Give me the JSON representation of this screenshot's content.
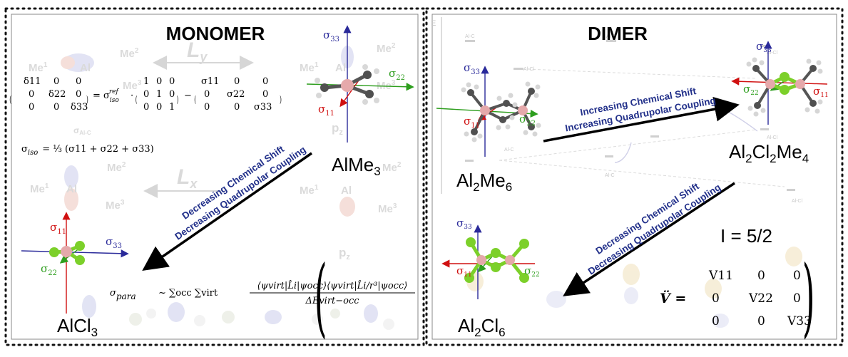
{
  "panels": {
    "monomer": {
      "title": "MONOMER",
      "label_almе3": "AlMe",
      "label_almе3_sub": "3",
      "label_alcl3": "AlCl",
      "label_alcl3_sub": "3",
      "arrow_line1": "Decreasing Chemical Shift",
      "arrow_line2": "Decreasing Quadrupolar Coupling",
      "sigma33": "σ",
      "sigma33_sub": "33",
      "sigma22": "σ",
      "sigma22_sub": "22",
      "sigma11": "σ",
      "sigma11_sub": "11",
      "ghost_me1": "Me",
      "ghost_me1_sup": "1",
      "ghost_al": "Al",
      "ghost_me2": "Me",
      "ghost_me2_sup": "2",
      "ghost_me3": "Me",
      "ghost_me3_sup": "3",
      "ghost_ly": "L",
      "ghost_ly_sub": "y",
      "ghost_lx": "L",
      "ghost_lx_sub": "x",
      "ghost_pz": "p",
      "ghost_pz_sub": "z",
      "ghost_sigma_alc": "σ",
      "ghost_sigma_alc_sub": "Al-C"
    },
    "dimer": {
      "title": "DIMER",
      "label_al2me6": [
        "Al",
        "2",
        "Me",
        "6"
      ],
      "label_al2cl2me4": [
        "Al",
        "2",
        "Cl",
        "2",
        "Me",
        "4"
      ],
      "label_al2cl6": [
        "Al",
        "2",
        "Cl",
        "6"
      ],
      "arrow1_line1": "Increasing Chemical Shift",
      "arrow1_line2": "Increasing Quadrupolar Coupling",
      "arrow2_line1": "Decreasing Chemical Shift",
      "arrow2_line2": "Decreasing Quadrupolar Coupling",
      "spin": "I = 5/2",
      "energy_axis": "E",
      "mo_labels": [
        "Al-C",
        "Al-C",
        "Al-Cl",
        "Al-C",
        "Al-C",
        "Al-Cl",
        "Al-Cl",
        "Al-Cl"
      ]
    }
  },
  "equations": {
    "tensor_lhs": [
      [
        "δ11",
        "0",
        "0"
      ],
      [
        "0",
        "δ22",
        "0"
      ],
      [
        "0",
        "0",
        "δ33"
      ]
    ],
    "identity": [
      [
        "1",
        "0",
        "0"
      ],
      [
        "0",
        "1",
        "0"
      ],
      [
        "0",
        "0",
        "1"
      ]
    ],
    "sigma_tensor": [
      [
        "σ11",
        "0",
        "0"
      ],
      [
        "0",
        "σ22",
        "0"
      ],
      [
        "0",
        "0",
        "σ33"
      ]
    ],
    "iso_ref": "= σ",
    "iso_ref_sub": "iso",
    "iso_ref_sup": "ref",
    "iso_eq": "σ",
    "iso_eq_sub": "iso",
    "iso_eq_rhs": "= ⅓ (σ11 +  σ22 + σ33)",
    "para_lhs": "σ",
    "para_lhs_sub": "para",
    "para_sums": "~ ∑occ ∑virt",
    "para_numerator": "⟨ψvirt|L̂i|ψocc⟩⟨ψvirt|L̂i/r³|ψocc⟩",
    "para_denominator": "ΔEvirt−occ",
    "efg_lhs": "V̈ =",
    "efg_tensor": [
      [
        "V11",
        "0",
        "0"
      ],
      [
        "0",
        "V22",
        "0"
      ],
      [
        "0",
        "0",
        "V33"
      ]
    ]
  },
  "colors": {
    "sigma33": "#2a2a9a",
    "sigma22": "#2e9e1e",
    "sigma11": "#d01010",
    "arrow_text": "#22308a",
    "aluminum": "#e5a9ab",
    "chlorine": "#7cd02a",
    "carbon": "#555555"
  }
}
